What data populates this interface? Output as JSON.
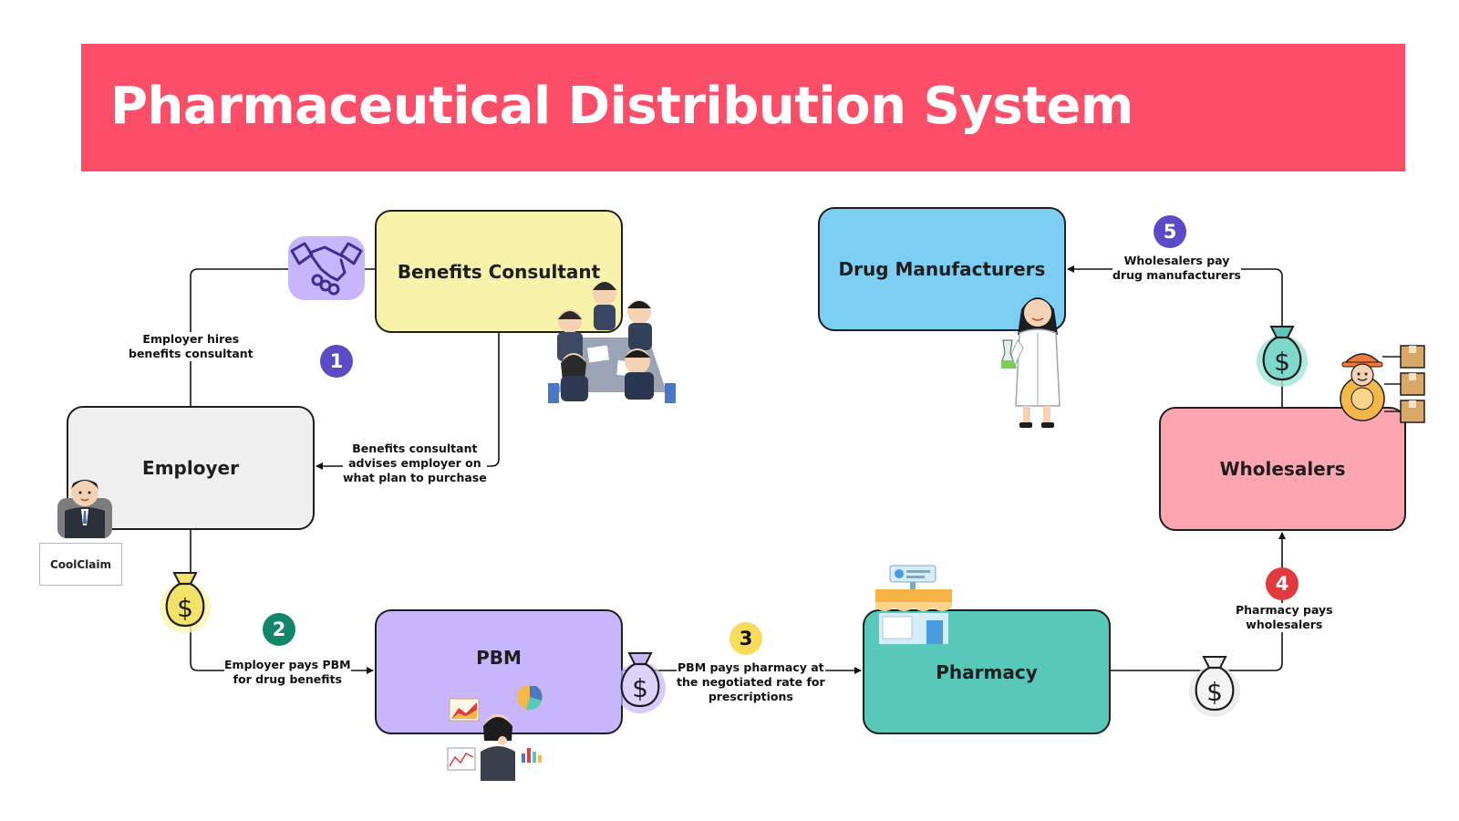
{
  "title": "Pharmaceutical Distribution System",
  "nodes": {
    "benefits_consultant": "Benefits Consultant",
    "employer": "Employer",
    "pbm": "PBM",
    "pharmacy": "Pharmacy",
    "drug_manufacturers": "Drug Manufacturers",
    "wholesalers": "Wholesalers"
  },
  "steps": {
    "hire": {
      "label": "Employer hires\nbenefits consultant"
    },
    "advise": {
      "label": "Benefits consultant\nadvises employer on\nwhat plan to purchase"
    },
    "step1": {
      "number": "1",
      "color": "#5b4bc4"
    },
    "step2": {
      "number": "2",
      "label": "Employer pays PBM\nfor drug benefits",
      "color": "#10876b"
    },
    "step3": {
      "number": "3",
      "label": "PBM pays pharmacy at\nthe negotiated rate for\nprescriptions",
      "color": "#f9dc5c"
    },
    "step4": {
      "number": "4",
      "label": "Pharmacy pays\nwholesalers",
      "color": "#e0393e"
    },
    "step5": {
      "number": "5",
      "label": "Wholesalers pay\ndrug manufacturers",
      "color": "#5b4bc4"
    }
  },
  "coolclaim_label": "CoolClaim",
  "icons": [
    "handshake-icon",
    "money-bag-icon",
    "meeting-illustration",
    "businessman-illustration",
    "scientist-illustration",
    "pharmacy-store-icon",
    "worker-illustration",
    "analyst-illustration"
  ],
  "colors": {
    "banner": "#fc4e69",
    "benefits_consultant": "#f8f3aa",
    "employer": "#efefef",
    "pbm": "#c7b6fc",
    "pharmacy": "#58c8bb",
    "drug_manufacturers": "#7ccff2",
    "wholesalers": "#fda5b1"
  }
}
